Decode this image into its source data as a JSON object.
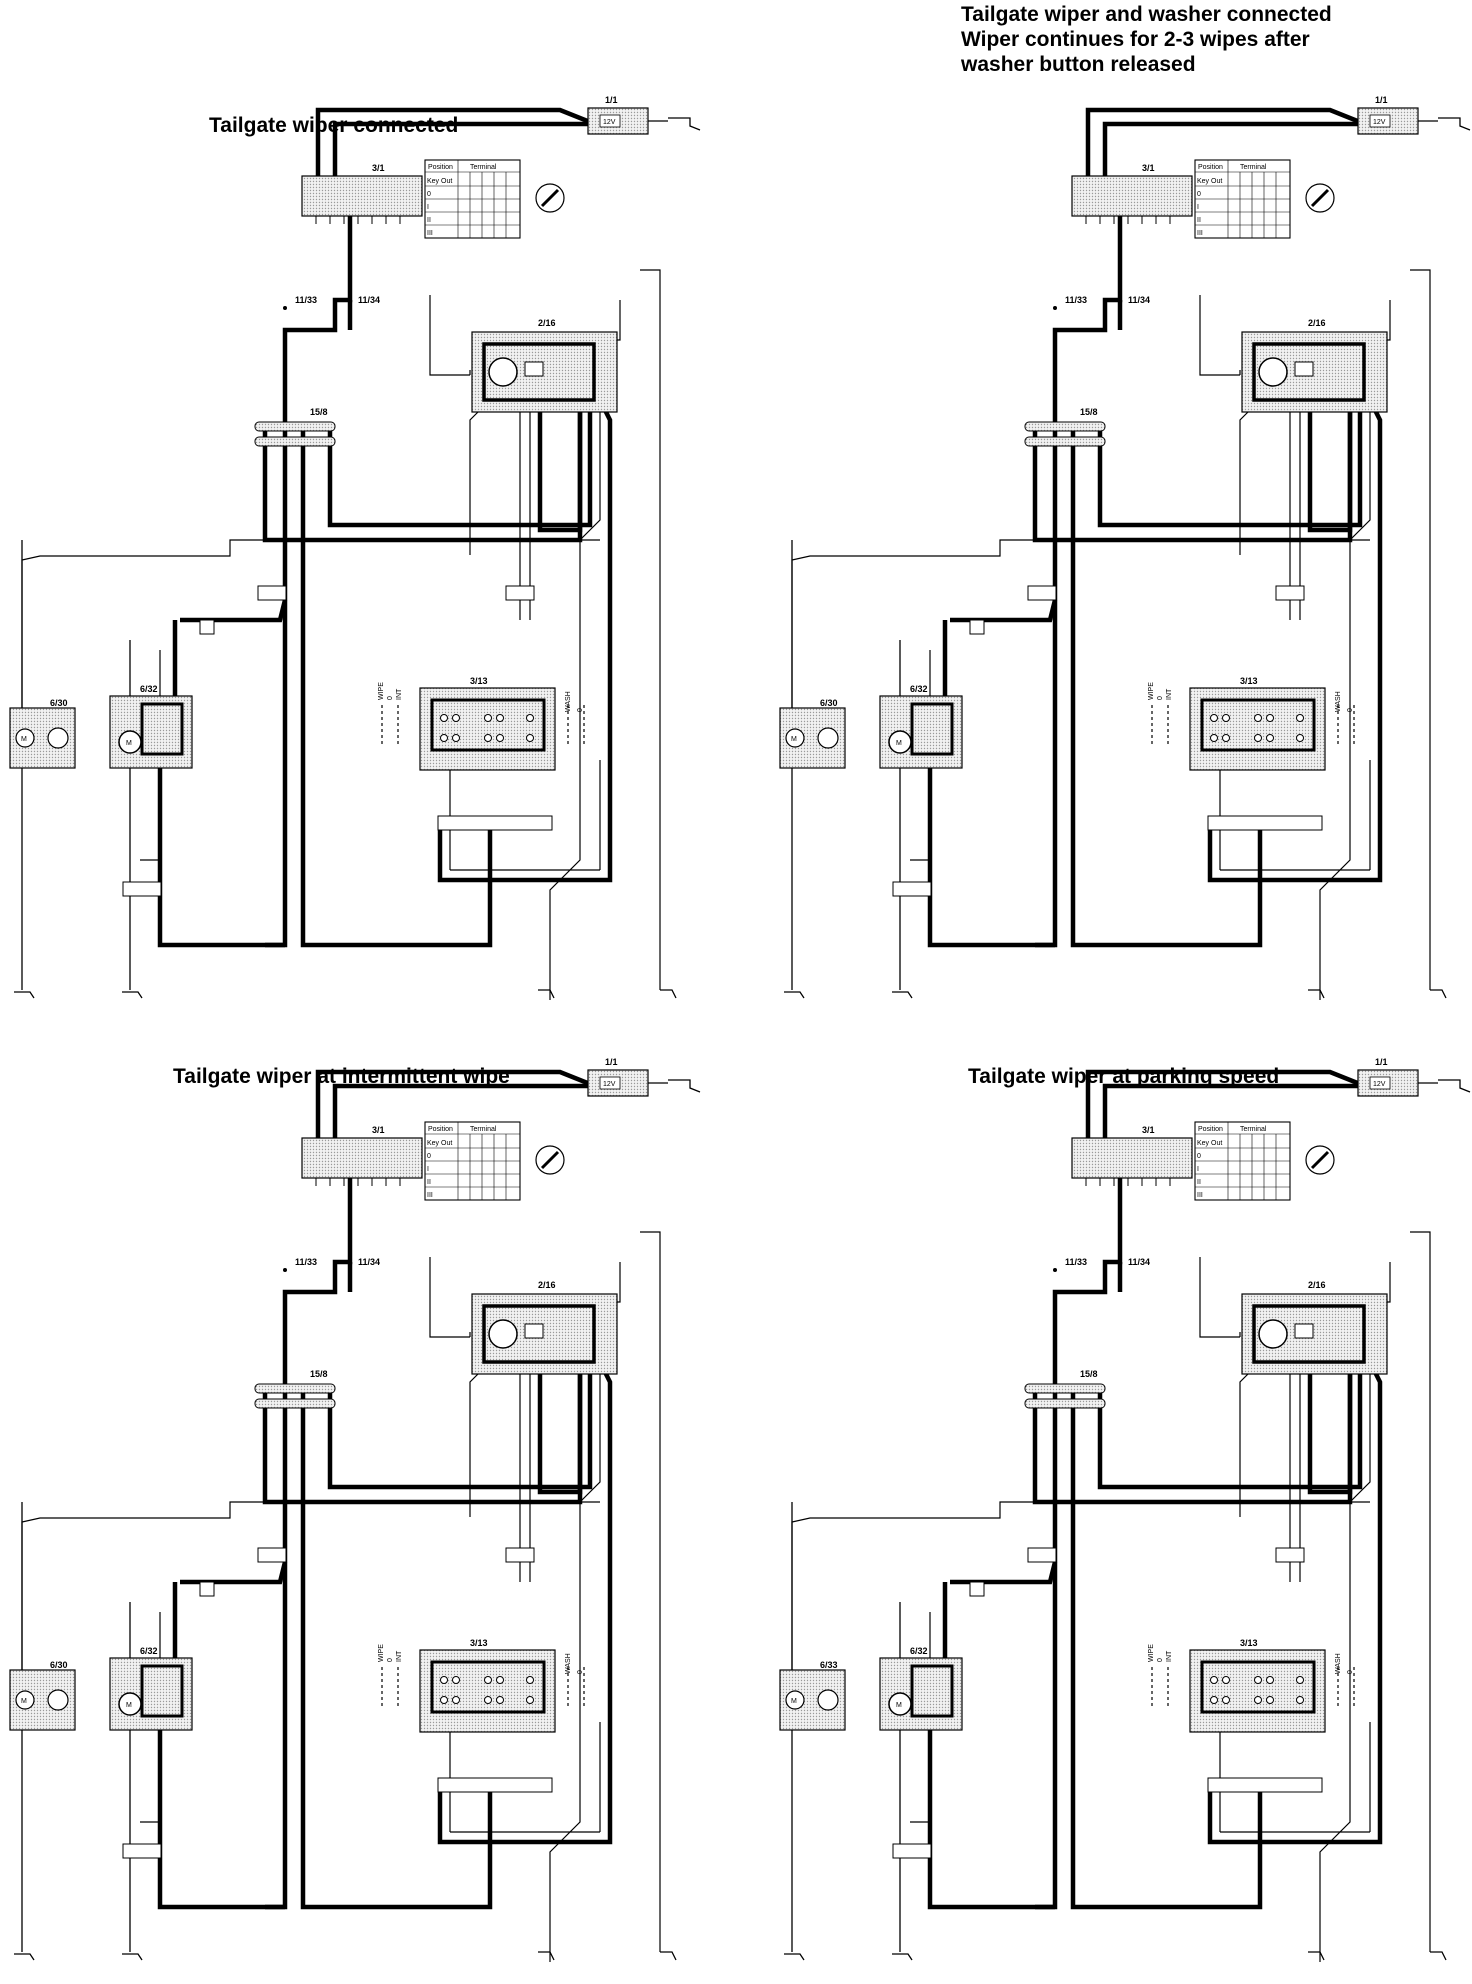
{
  "panels": [
    {
      "title_lines": [
        "Tailgate wiper connected"
      ],
      "labels": {
        "battery": "1/1",
        "ignition": "3/1",
        "connector_a": "11/33",
        "connector_b": "11/34",
        "relay": "2/16",
        "junction": "15/8",
        "switch": "3/13",
        "pump": "6/30",
        "motor": "6/32"
      }
    },
    {
      "title_lines": [
        "Tailgate wiper and washer connected",
        "Wiper continues for 2-3 wipes after",
        "washer button released"
      ],
      "labels": {
        "battery": "1/1",
        "ignition": "3/1",
        "connector_a": "11/33",
        "connector_b": "11/34",
        "relay": "2/16",
        "junction": "15/8",
        "switch": "3/13",
        "pump": "6/30",
        "motor": "6/32"
      }
    },
    {
      "title_lines": [
        "Tailgate wiper at intermittent wipe"
      ],
      "labels": {
        "battery": "1/1",
        "ignition": "3/1",
        "connector_a": "11/33",
        "connector_b": "11/34",
        "relay": "2/16",
        "junction": "15/8",
        "switch": "3/13",
        "pump": "6/30",
        "motor": "6/32"
      }
    },
    {
      "title_lines": [
        "Tailgate wiper at parking speed"
      ],
      "labels": {
        "battery": "1/1",
        "ignition": "3/1",
        "connector_a": "11/33",
        "connector_b": "11/34",
        "relay": "2/16",
        "junction": "15/8",
        "switch": "3/13",
        "pump": "6/33",
        "motor": "6/32"
      }
    }
  ],
  "common": {
    "battery_voltage": "12V",
    "ignition_table": {
      "header": [
        "Position",
        "Terminal"
      ],
      "rows": [
        "Key Out",
        "0",
        "I",
        "II",
        "III"
      ]
    },
    "switch_labels": {
      "wipe": "WIPE",
      "off": "0",
      "int": "INT",
      "wash": "WASH",
      "wash_off": "0"
    },
    "motor_symbol": "M"
  }
}
